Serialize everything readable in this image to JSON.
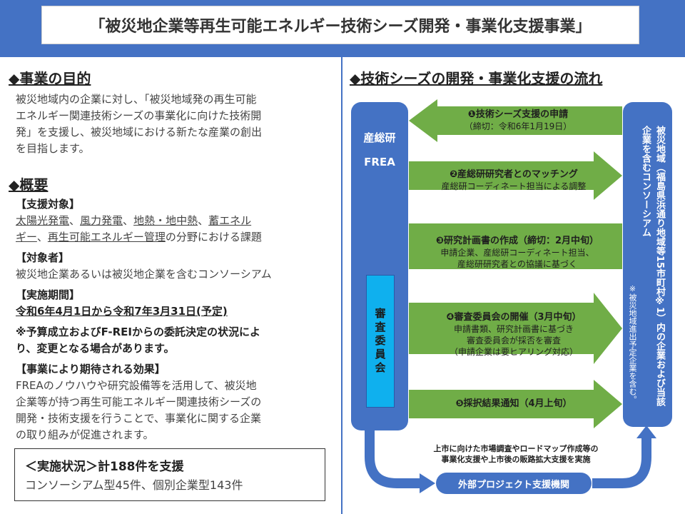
{
  "title": "「被災地企業等再生可能エネルギー技術シーズ開発・事業化支援事業」",
  "purpose": {
    "heading": "◆事業の目的",
    "lines": [
      "被災地域内の企業に対し、「被災地域発の再生可能",
      "エネルギー関連技術シーズの事業化に向けた技術開",
      "発」を支援し、被災地域における新たな産業の創出",
      "を目指します。"
    ]
  },
  "overview": {
    "heading": "◆概要",
    "target_label": "【支援対象】",
    "target_items": [
      "太陽光発電",
      "風力発電",
      "地熱・地中熱",
      "蓄エネル",
      "ギー",
      "再生可能エネルギー管理"
    ],
    "target_suffix": "の分野における課題",
    "eligible_label": "【対象者】",
    "eligible_text": "被災地企業あるいは被災地企業を含むコンソーシアム",
    "period_label": "【実施期間】",
    "period_text": "令和6年4月1日から令和7年3月31日(予定)",
    "note_line1": "※予算成立およびF-REIからの委託決定の状況によ",
    "note_line2": "り、変更となる場合があります。",
    "effect_label": "【事業により期待される効果】",
    "effect_lines": [
      "FREAのノウハウや研究設備等を活用して、被災地",
      "企業等が持つ再生可能エネルギー関連技術シーズの",
      "開発・技術支援を行うことで、事業化に関する企業",
      "の取り組みが促進されます。"
    ]
  },
  "status": {
    "line1": "＜実施状況＞計188件を支援",
    "line2": "コンソーシアム型45件、個別企業型143件"
  },
  "flow": {
    "heading": "◆技術シーズの開発・事業化支援の流れ",
    "left_col_line1": "産総研",
    "left_col_line2": "FREA",
    "review_box": "審査委員会",
    "right_col_main": "被災地域（福島県浜通り地域等15市町村※1）内の企業および当該企業を含むコンソーシアム",
    "right_col_note": "※被災地域進出予定企業を含む。",
    "steps": [
      {
        "title": "❶技術シーズ支援の申請",
        "detail": [
          "（締切：令和6年1月19日）"
        ]
      },
      {
        "title": "❷産総研研究者とのマッチング",
        "detail": [
          "産総研コーディネート担当による調整"
        ]
      },
      {
        "title": "❸研究計画書の作成（締切：2月中旬）",
        "detail": [
          "申請企業、産総研コーディネート担当、",
          "産総研研究者との協議に基づく"
        ]
      },
      {
        "title": "❹審査委員会の開催（3月中旬）",
        "detail": [
          "申請書類、研究計画書に基づき",
          "審査委員会が採否を審査",
          "（申請企業は要ヒアリング対応）"
        ]
      },
      {
        "title": "❺採択結果通知（4月上旬）",
        "detail": []
      }
    ],
    "bottom_note_line1": "上市に向けた市場調査やロードマップ作成等の",
    "bottom_note_line2": "事業化支援や上市後の販路拡大支援を実施",
    "external": "外部プロジェクト支援機関"
  },
  "colors": {
    "brand_blue": "#4472c4",
    "arrow_green": "#70ad47",
    "review_cyan": "#0fb0ee"
  }
}
